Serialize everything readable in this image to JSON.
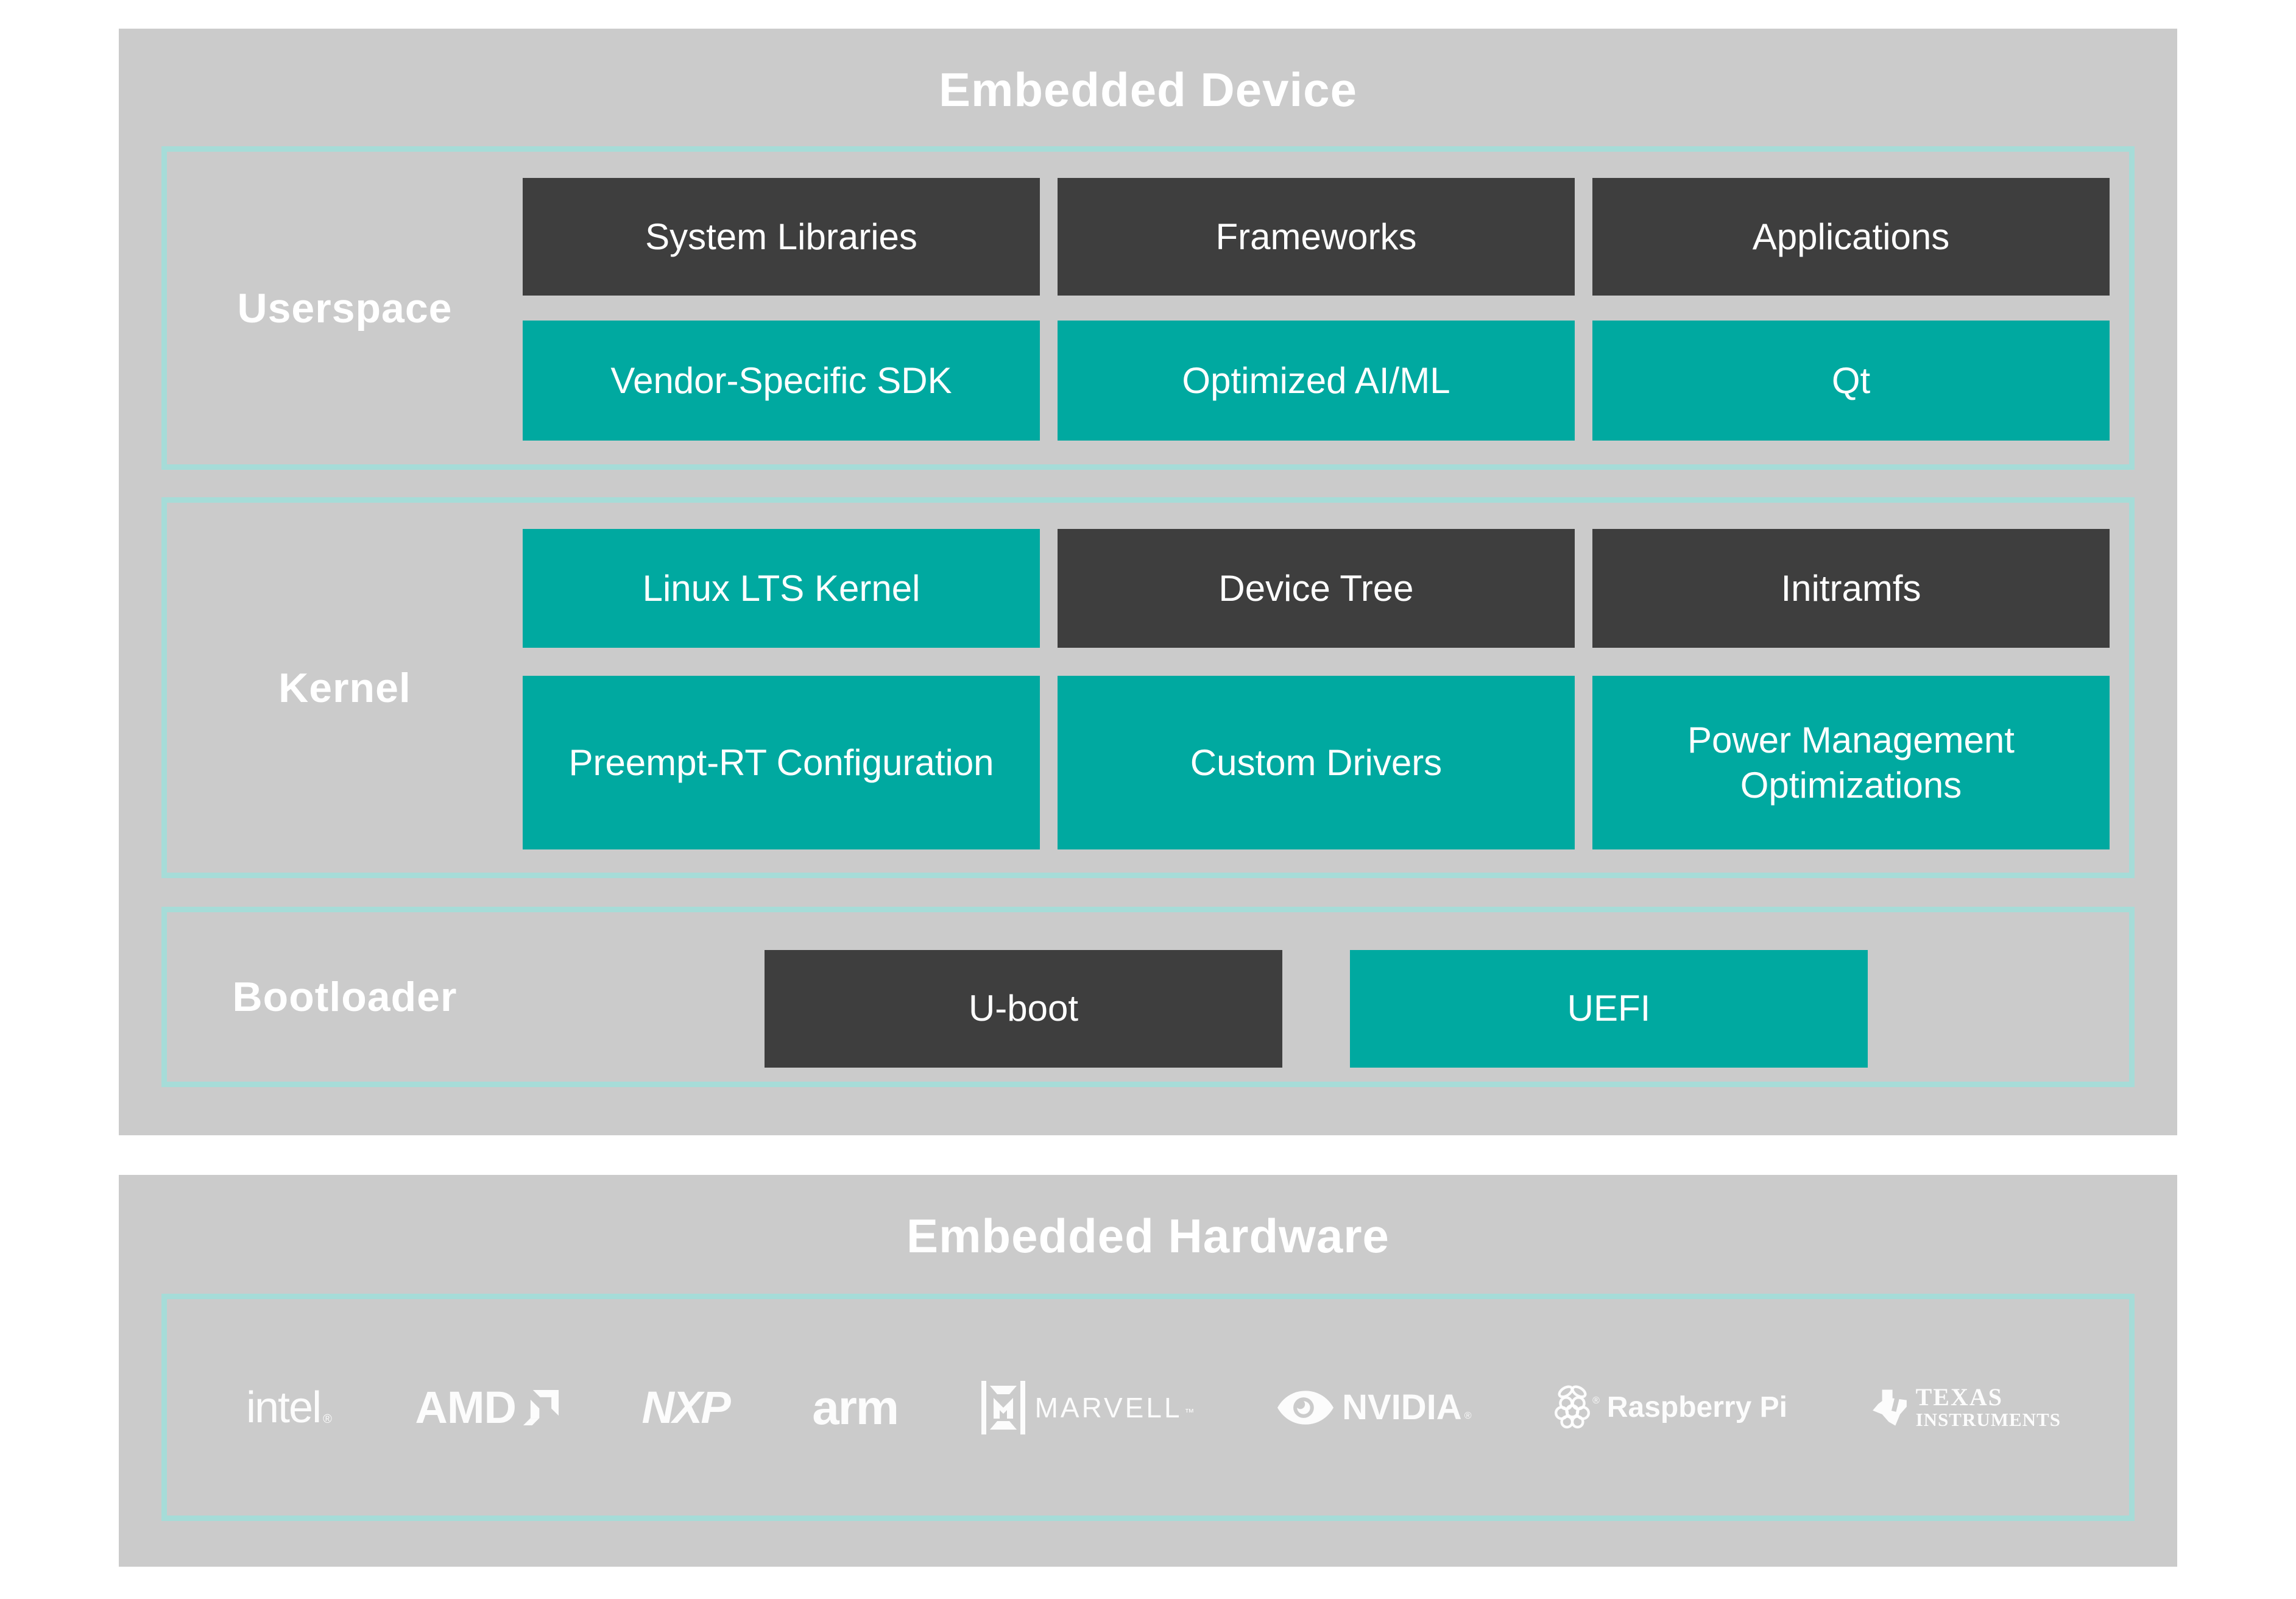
{
  "device": {
    "title": "Embedded Device",
    "sections": [
      {
        "label": "Userspace",
        "rows": [
          [
            {
              "label": "System Libraries",
              "variant": "dark"
            },
            {
              "label": "Frameworks",
              "variant": "dark"
            },
            {
              "label": "Applications",
              "variant": "dark"
            }
          ],
          [
            {
              "label": "Vendor-Specific SDK",
              "variant": "teal"
            },
            {
              "label": "Optimized AI/ML",
              "variant": "teal"
            },
            {
              "label": "Qt",
              "variant": "teal"
            }
          ]
        ]
      },
      {
        "label": "Kernel",
        "rows": [
          [
            {
              "label": "Linux LTS Kernel",
              "variant": "teal"
            },
            {
              "label": "Device Tree",
              "variant": "dark"
            },
            {
              "label": "Initramfs",
              "variant": "dark"
            }
          ],
          [
            {
              "label": "Preempt-RT Configuration",
              "variant": "teal"
            },
            {
              "label": "Custom Drivers",
              "variant": "teal"
            },
            {
              "label": "Power Management Optimizations",
              "variant": "teal"
            }
          ]
        ]
      },
      {
        "label": "Bootloader",
        "rows": [
          [
            {
              "label": "U-boot",
              "variant": "dark"
            },
            {
              "label": "UEFI",
              "variant": "teal"
            }
          ]
        ]
      }
    ]
  },
  "hardware": {
    "title": "Embedded Hardware",
    "vendors": [
      {
        "name": "Intel",
        "wordmark": "intel",
        "reg": "®"
      },
      {
        "name": "AMD",
        "wordmark": "AMD"
      },
      {
        "name": "NXP",
        "wordmark": "NXP"
      },
      {
        "name": "Arm",
        "wordmark": "arm"
      },
      {
        "name": "Marvell",
        "wordmark": "MARVELL",
        "tm": "™"
      },
      {
        "name": "NVIDIA",
        "wordmark": "NVIDIA",
        "reg": "®"
      },
      {
        "name": "Raspberry Pi",
        "wordmark": "Raspberry Pi",
        "reg": "®"
      },
      {
        "name": "Texas Instruments",
        "wordmark_line1": "TEXAS",
        "wordmark_line2": "INSTRUMENTS"
      }
    ]
  },
  "colors": {
    "page_bg": "#ffffff",
    "panel_bg": "#cbcbcb",
    "section_border": "#a6dcd8",
    "dark_box": "#3e3e3e",
    "teal_box": "#00a9a0",
    "text": "#ffffff"
  }
}
